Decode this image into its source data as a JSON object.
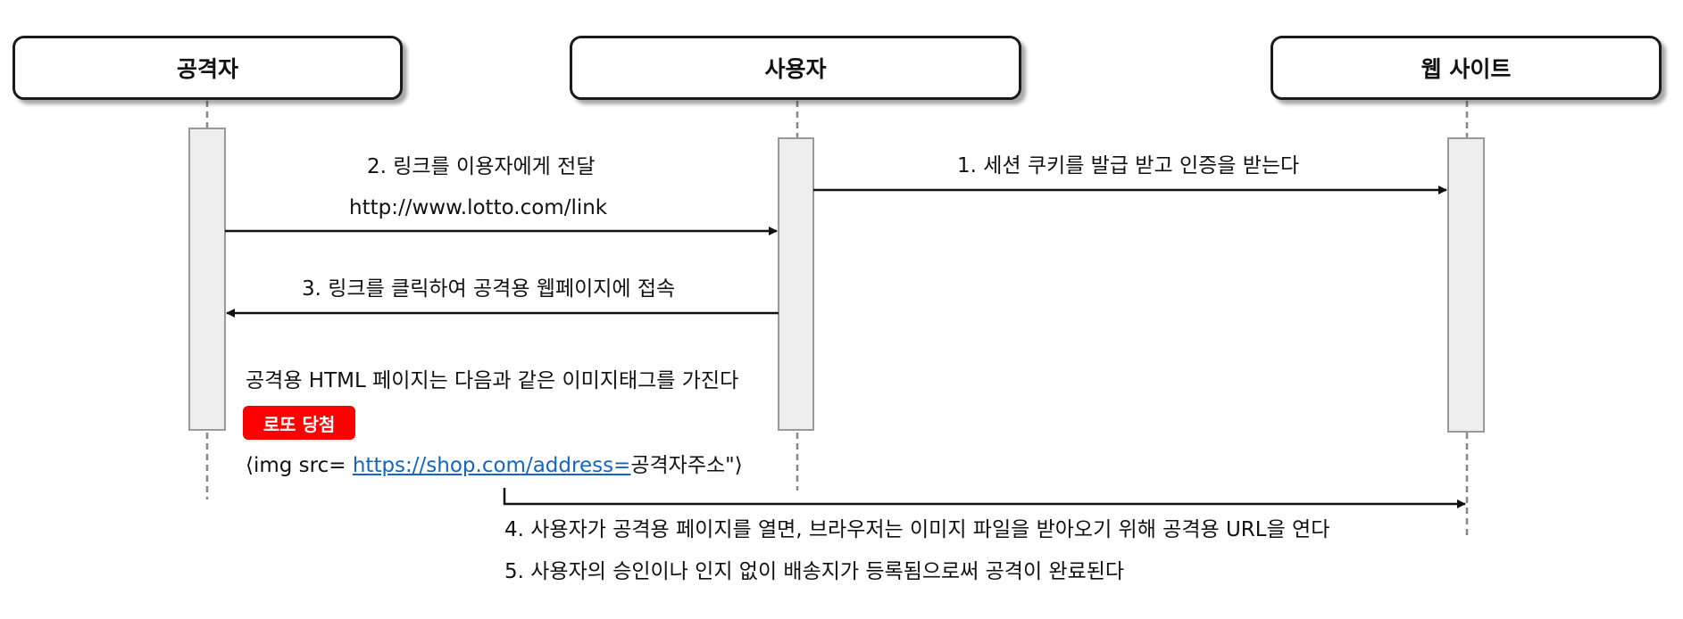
{
  "actors": {
    "attacker": "공격자",
    "user": "사용자",
    "website": "웹 사이트"
  },
  "messages": {
    "m1": "1. 세션 쿠키를 발급 받고 인증을 받는다",
    "m2_title": "2. 링크를 이용자에게 전달",
    "m2_url": "http://www.lotto.com/link",
    "m3": "3.  링크를 클릭하여  공격용  웹페이지에 접속",
    "m4": "4. 사용자가 공격용 페이지를 열면, 브라우저는 이미지 파일을 받아오기 위해 공격용 URL을 연다",
    "m5": "5. 사용자의 승인이나 인지 없이 배송지가 등록됨으로써 공격이 완료된다"
  },
  "note": {
    "description": "공격용 HTML 페이지는 다음과 같은 이미지태그를 가진다",
    "badge": "로또 당첨",
    "img_prefix": "⟨img src= ",
    "img_link": "https://shop.com/address=",
    "img_suffix": "공격자주소\"⟩"
  },
  "colors": {
    "badge": "#ff0000",
    "link": "#1565c0",
    "activation": "#eeeeee",
    "lifeline": "#888888"
  }
}
